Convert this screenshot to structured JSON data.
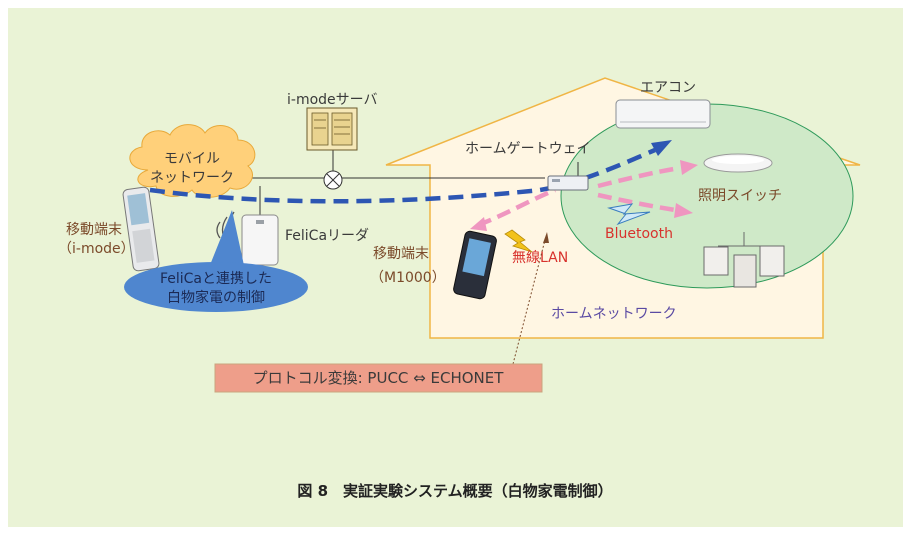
{
  "labels": {
    "imode_server": "i-modeサーバ",
    "aircon": "エアコン",
    "home_gateway": "ホームゲートウェイ",
    "mobile_network_line1": "モバイル",
    "mobile_network_line2": "ネットワーク",
    "lighting_switch": "照明スイッチ",
    "mobile_terminal_imode_line1": "移動端末",
    "mobile_terminal_imode_line2": "（i-mode）",
    "felica_reader": "FeliCaリーダ",
    "bluetooth": "Bluetooth",
    "mobile_terminal_m1000_line1": "移動端末",
    "mobile_terminal_m1000_line2": "（M1000）",
    "wireless_lan": "無線LAN",
    "felica_control_line1": "FeliCaと連携した",
    "felica_control_line2": "白物家電の制御",
    "home_network": "ホームネットワーク",
    "protocol_conversion": "プロトコル変換: PUCC ⇔ ECHONET"
  },
  "caption": "図 8　実証実験システム概要（白物家電制御）",
  "colors": {
    "background": "#eaf3d6",
    "house_fill": "#fff6e3",
    "house_stroke": "#f0b545",
    "home_network_fill": "#cfe9c8",
    "home_network_stroke": "#2e9a5a",
    "cloud_fill": "#ffd07a",
    "callout_fill": "#4f86cf",
    "imode_path": "#2d56b3",
    "wlan_path": "#ef96c0",
    "protocol_box_fill": "#ee9e8a",
    "text_dark": "#3a3a3a",
    "text_brown": "#7b4a2a",
    "text_red": "#d8322d",
    "text_purple": "#5a4aa3"
  },
  "icons": [
    "imode-server-icon",
    "air-conditioner-icon",
    "ceiling-light-icon",
    "chandelier-icon",
    "home-gateway-icon",
    "mobile-phone-imode-icon",
    "felica-reader-icon",
    "mobile-phone-m1000-icon",
    "lightning-bolt-icon",
    "bluetooth-bolt-icon",
    "router-x-symbol-icon",
    "wireless-waves-icon"
  ]
}
